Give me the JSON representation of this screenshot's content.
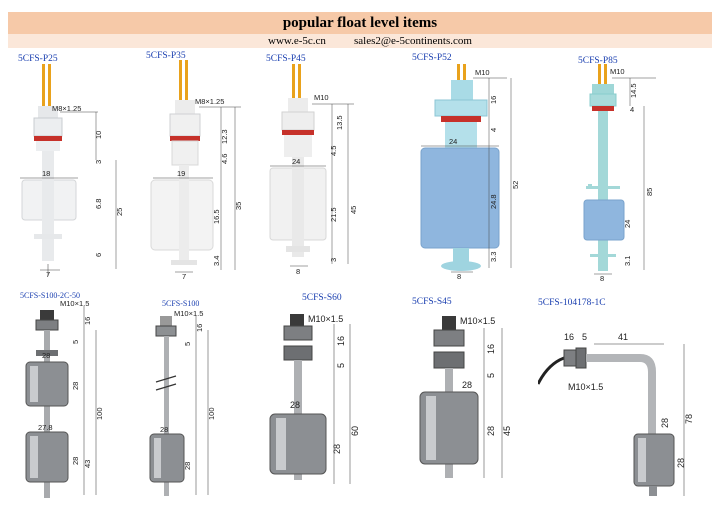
{
  "header": {
    "title": "popular float level items",
    "website": "www.e-5c.cn",
    "email": "sales2@e-5continents.com"
  },
  "products": [
    {
      "model": "5CFS-P25",
      "thread": "M8×1.25",
      "dims": [
        "10",
        "3",
        "18",
        "6.8",
        "25",
        "6",
        "7"
      ]
    },
    {
      "model": "5CFS-P35",
      "thread": "M8×1.25",
      "dims": [
        "12.3",
        "4.6",
        "19",
        "16.5",
        "35",
        "3.4",
        "7"
      ]
    },
    {
      "model": "5CFS-P45",
      "thread": "M10",
      "dims": [
        "13.5",
        "4.5",
        "24",
        "21.5",
        "45",
        "3",
        "8"
      ]
    },
    {
      "model": "5CFS-P52",
      "thread": "M10",
      "dims": [
        "16",
        "4",
        "24",
        "24.8",
        "52",
        "3.3",
        "8"
      ]
    },
    {
      "model": "5CFS-P85",
      "thread": "M10",
      "dims": [
        "14.5",
        "4",
        "85",
        "24",
        "3.1",
        "8"
      ]
    },
    {
      "model": "5CFS-S100-2C-50",
      "thread": "M10×1.5",
      "dims": [
        "16",
        "5",
        "28",
        "28",
        "100",
        "27.8",
        "28",
        "43"
      ]
    },
    {
      "model": "5CFS-S100",
      "thread": "M10×1.5",
      "dims": [
        "16",
        "5",
        "28",
        "100",
        "28"
      ]
    },
    {
      "model": "5CFS-S60",
      "thread": "M10×1.5",
      "dims": [
        "16",
        "5",
        "28",
        "60",
        "28"
      ]
    },
    {
      "model": "5CFS-S45",
      "thread": "M10×1.5",
      "dims": [
        "16",
        "5",
        "28",
        "28",
        "45"
      ]
    },
    {
      "model": "5CFS-104178-1C",
      "thread": "M10×1.5",
      "dims": [
        "16",
        "5",
        "41",
        "78",
        "28",
        "28"
      ]
    }
  ]
}
